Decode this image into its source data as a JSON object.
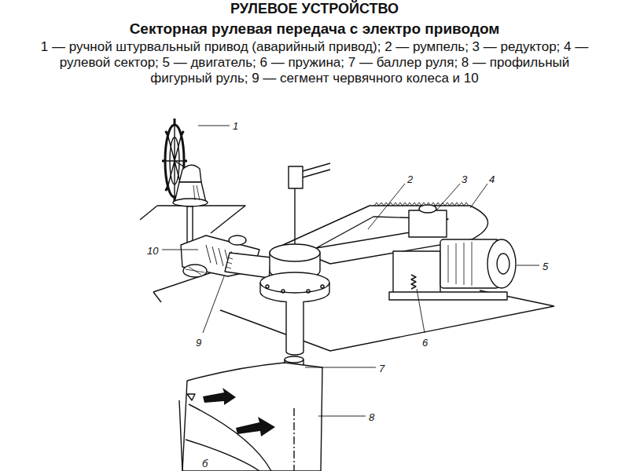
{
  "diagram": {
    "title": "РУЛЕВОЕ УСТРОЙСТВО",
    "caption": "1 — ручной штурвальный привод (аварийный привод); 2 — румпель; 3 — редуктор; 4 — рулевой сектор; 5 — двигатель; 6 — пружина; 7 — баллер руля; 8 — профильный фигурный руль; 9 — сегмент червячного колеса и 10",
    "labels": [
      "Секторная рулевая передача с электро приводом",
      "1",
      "2",
      "3",
      "4",
      "5",
      "6",
      "7",
      "8",
      "9",
      "10",
      "б"
    ]
  }
}
